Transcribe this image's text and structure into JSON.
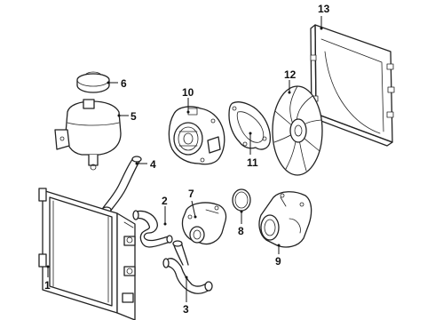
{
  "callouts": [
    {
      "id": "1",
      "part": "radiator"
    },
    {
      "id": "2",
      "part": "upper-hose"
    },
    {
      "id": "3",
      "part": "lower-hose"
    },
    {
      "id": "4",
      "part": "overflow-hose"
    },
    {
      "id": "5",
      "part": "coolant-reservoir"
    },
    {
      "id": "6",
      "part": "reservoir-cap"
    },
    {
      "id": "7",
      "part": "thermostat-housing"
    },
    {
      "id": "8",
      "part": "o-ring-seal"
    },
    {
      "id": "9",
      "part": "water-outlet"
    },
    {
      "id": "10",
      "part": "water-pump"
    },
    {
      "id": "11",
      "part": "pump-gasket"
    },
    {
      "id": "12",
      "part": "cooling-fan"
    },
    {
      "id": "13",
      "part": "fan-shroud"
    }
  ]
}
